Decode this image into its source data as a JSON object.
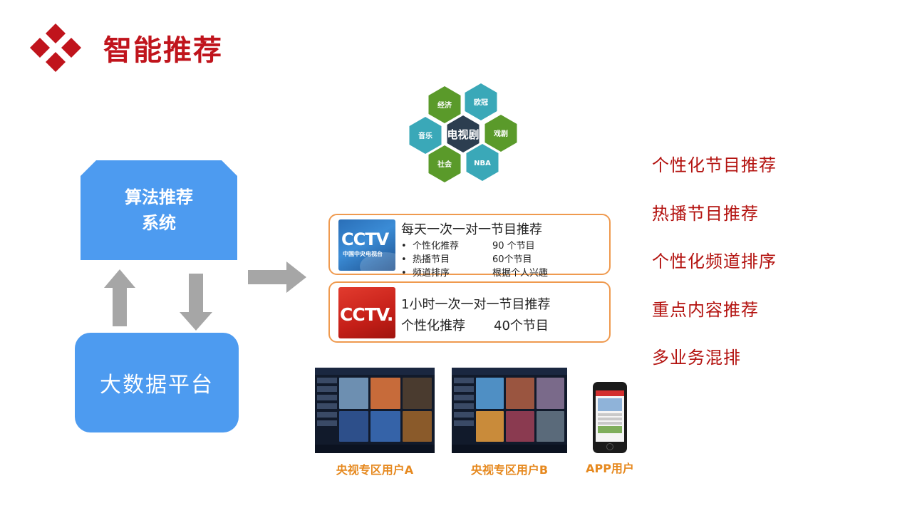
{
  "page": {
    "title": "智能推荐"
  },
  "system": {
    "algo_line1": "算法推荐",
    "algo_line2": "系统",
    "bigdata": "大数据平台"
  },
  "categories": {
    "center": "电视剧",
    "items": [
      "经济",
      "欧冠",
      "音乐",
      "戏剧",
      "社会",
      "NBA"
    ]
  },
  "cards": [
    {
      "title": "每天一次一对一节目推荐",
      "logo_text": "CCTV",
      "logo_sub": "中国中央电视台",
      "rows": [
        {
          "key": "个性化推荐",
          "value": "90 个节目"
        },
        {
          "key": "热播节目",
          "value": "60个节目"
        },
        {
          "key": "频道排序",
          "value": "根据个人兴趣"
        }
      ]
    },
    {
      "title": "1小时一次一对一节目推荐",
      "logo_text": "CCTV.",
      "line_key": "个性化推荐",
      "line_value": "40个节目"
    }
  ],
  "features": [
    "个性化节目推荐",
    "热播节目推荐",
    "个性化频道排序",
    "重点内容推荐",
    "多业务混排"
  ],
  "devices": [
    {
      "label": "央视专区用户A"
    },
    {
      "label": "央视专区用户B"
    },
    {
      "label": "APP用户"
    }
  ],
  "colors": {
    "title_red": "#c0141c",
    "box_blue": "#4d9bf0",
    "arrow_gray": "#a6a6a6",
    "card_border": "#ef9a4f",
    "feature_red": "#b3120f",
    "label_orange": "#e6891f",
    "hex_green": "#5a9a2a",
    "hex_teal": "#3aa8b8",
    "hex_dark": "#2c3e50"
  }
}
